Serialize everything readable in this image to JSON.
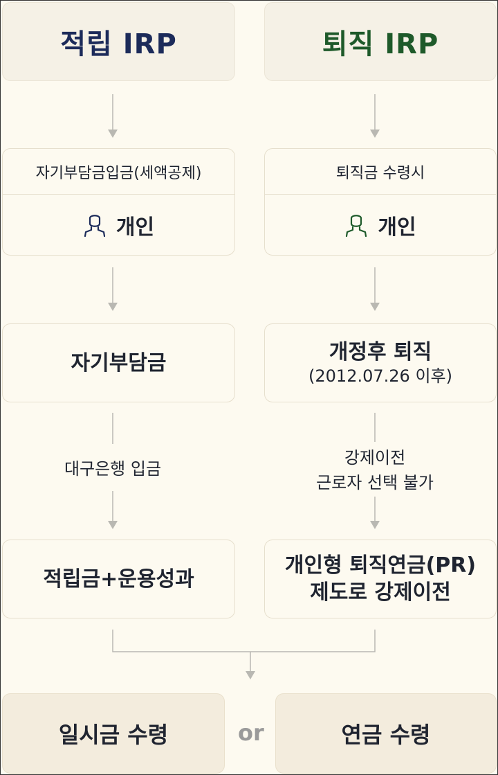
{
  "left": {
    "header": "적립 IRP",
    "box1_top": "자기부담금입금(세액공제)",
    "box1_bottom": "개인",
    "box2": "자기부담금",
    "connector_label": "대구은행 입금",
    "box3": "적립금+운용성과"
  },
  "right": {
    "header": "퇴직 IRP",
    "box1_top": "퇴직금 수령시",
    "box1_bottom": "개인",
    "box2_line1": "개정후 퇴직",
    "box2_line2": "(2012.07.26 이후)",
    "connector_label_line1": "강제이전",
    "connector_label_line2": "근로자 선택 불가",
    "box3_line1": "개인형 퇴직연금(PR)",
    "box3_line2": "제도로 강제이전"
  },
  "bottom": {
    "lump_sum": "일시금 수령",
    "or": "or",
    "annuity": "연금 수령"
  },
  "colors": {
    "left_accent": "#1c2b5a",
    "right_accent": "#1e5a2a",
    "arrow": "#b5b5b0"
  },
  "icons": {
    "person": "person-icon"
  }
}
